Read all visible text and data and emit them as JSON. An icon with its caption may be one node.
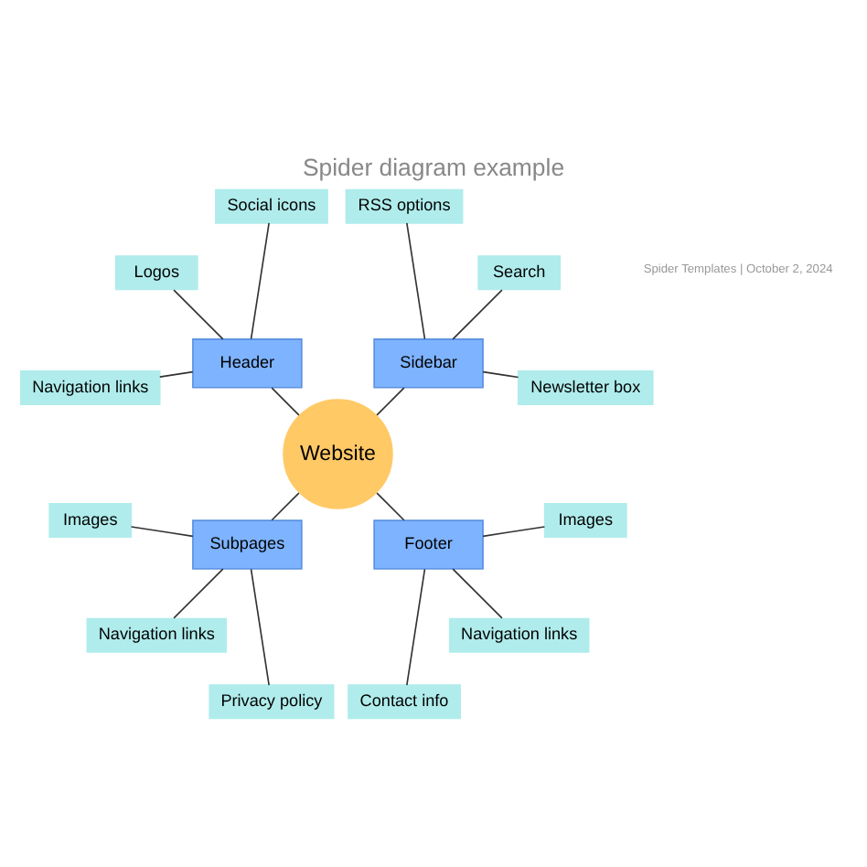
{
  "diagram": {
    "title": "Spider diagram example",
    "nodes": [
      {
        "text": [
          "Website"
        ]
      },
      {
        "text": [
          "Sidebar"
        ]
      },
      {
        "text": [
          "Header"
        ]
      },
      {
        "text": [
          "Subpages"
        ]
      },
      {
        "text": [
          "Footer"
        ]
      },
      {
        "text": [
          "Newsletter box"
        ]
      },
      {
        "text": [
          "Search"
        ]
      },
      {
        "text": [
          "RSS options"
        ]
      },
      {
        "text": [
          "Social icons"
        ]
      },
      {
        "text": [
          "Logos"
        ]
      },
      {
        "text": [
          "Navigation links"
        ]
      },
      {
        "text": [
          "Images"
        ]
      },
      {
        "text": [
          "Navigation links"
        ]
      },
      {
        "text": [
          "Privacy policy"
        ]
      },
      {
        "text": [
          "Contact info"
        ]
      },
      {
        "text": [
          "Navigation links"
        ]
      },
      {
        "text": [
          "Images"
        ]
      }
    ],
    "edges": [
      {
        "from": 0,
        "to": 1,
        "arrow": "none"
      },
      {
        "from": 0,
        "to": 2,
        "arrow": "none"
      },
      {
        "from": 0,
        "to": 3,
        "arrow": "none"
      },
      {
        "from": 0,
        "to": 4,
        "arrow": "none"
      },
      {
        "from": 1,
        "to": 5,
        "arrow": "none"
      },
      {
        "from": 1,
        "to": 6,
        "arrow": "none"
      },
      {
        "from": 1,
        "to": 7,
        "arrow": "none"
      },
      {
        "from": 2,
        "to": 8,
        "arrow": "none"
      },
      {
        "from": 2,
        "to": 9,
        "arrow": "none"
      },
      {
        "from": 2,
        "to": 10,
        "arrow": "none"
      },
      {
        "from": 3,
        "to": 11,
        "arrow": "none"
      },
      {
        "from": 3,
        "to": 12,
        "arrow": "none"
      },
      {
        "from": 3,
        "to": 13,
        "arrow": "none"
      },
      {
        "from": 4,
        "to": 14,
        "arrow": "none"
      },
      {
        "from": 4,
        "to": 15,
        "arrow": "none"
      },
      {
        "from": 4,
        "to": 16,
        "arrow": "none"
      }
    ],
    "labels": [
      "Spider Templates | October 2, 2024"
    ]
  }
}
